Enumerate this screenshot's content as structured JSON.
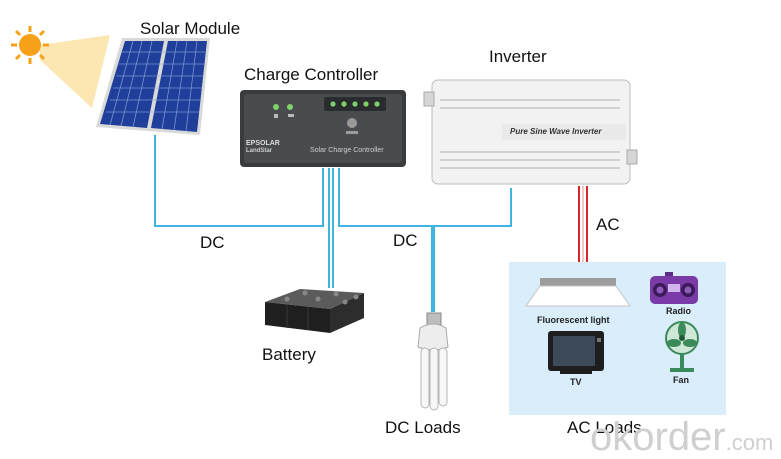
{
  "labels": {
    "solar_module": "Solar Module",
    "charge_controller": "Charge Controller",
    "inverter": "Inverter",
    "dc_left": "DC",
    "dc_right": "DC",
    "ac": "AC",
    "battery": "Battery",
    "dc_loads": "DC Loads",
    "ac_loads": "AC Loads"
  },
  "device_text": {
    "controller_brand": "EPSOLAR",
    "controller_sub": "LandStar",
    "controller_name": "Solar Charge Controller",
    "inverter_name": "Pure Sine Wave Inverter"
  },
  "ac_load_items": {
    "fluorescent": "Fluorescent light",
    "radio": "Radio",
    "tv": "TV",
    "fan": "Fan"
  },
  "watermark": {
    "main": "okorder",
    "suffix": ".com"
  },
  "colors": {
    "dc_wire": "#3fb4e0",
    "ac_wire_red": "#d8262b",
    "ac_loads_panel": "#d9eefa",
    "solar_blue": "#1f3f9a",
    "sun": "#f7a11a"
  }
}
